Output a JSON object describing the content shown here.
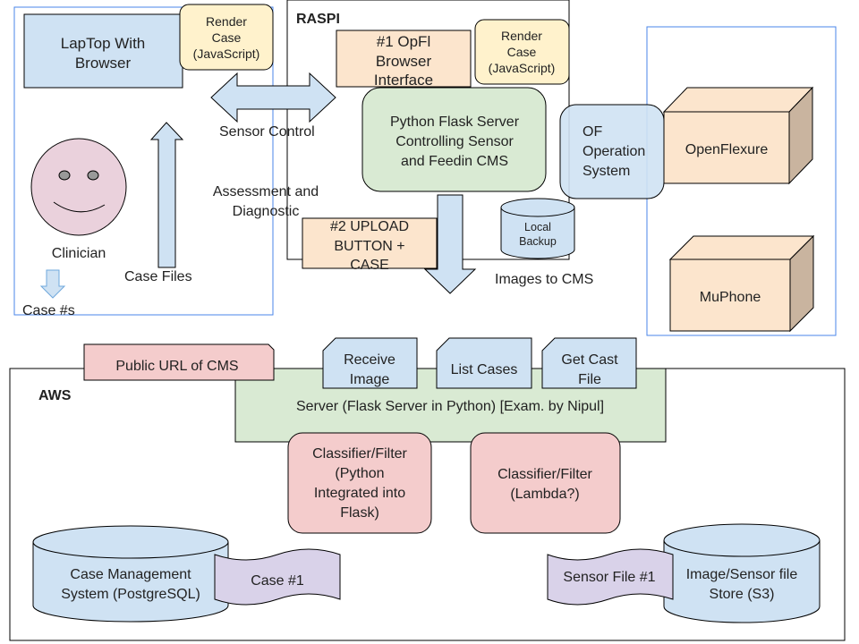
{
  "colors": {
    "blue_fill": "#cfe2f3",
    "orange_fill": "#fce5cd",
    "yellow_fill": "#fff2cc",
    "green_fill": "#d9ead3",
    "red_fill": "#f4cccc",
    "purple_fill": "#d9d2e9",
    "face_fill": "#ead1dc",
    "box_side": "#c9b49f",
    "container_blue": "#4a86e8",
    "stroke": "#000000"
  },
  "clinic": {
    "laptop": [
      "LapTop With",
      "Browser"
    ],
    "render_case": [
      "Render",
      "Case",
      "(JavaScript)"
    ],
    "clinician": "Clinician",
    "case_numbers": "Case #s",
    "case_files": "Case Files"
  },
  "arrows": {
    "sensor_control": "Sensor Control",
    "assessment": [
      "Assessment and",
      "Diagnostic"
    ],
    "images_to_cms": "Images to CMS"
  },
  "raspi": {
    "title": "RASPI",
    "opfl_interface": [
      "#1 OpFl",
      "Browser",
      "Interface"
    ],
    "render_case": [
      "Render",
      "Case",
      "(JavaScript)"
    ],
    "flask_server": [
      "Python Flask Server",
      "Controlling Sensor",
      "and Feedin CMS"
    ],
    "upload_button": [
      "#2 UPLOAD",
      "BUTTON +",
      "CASE"
    ],
    "local_backup": [
      "Local",
      "Backup"
    ]
  },
  "devices": {
    "of_os": [
      "OF",
      "Operation",
      "System"
    ],
    "openflexure": "OpenFlexure",
    "muphone": "MuPhone"
  },
  "aws": {
    "title": "AWS",
    "public_url": "Public URL of CMS",
    "endpoints": [
      [
        "Receive",
        "Image"
      ],
      [
        "List Cases"
      ],
      [
        "Get Cast",
        "File"
      ]
    ],
    "server": "Server (Flask Server in Python) [Exam. by Nipul]",
    "classifier_python": [
      "Classifier/Filter",
      "(Python",
      "Integrated into",
      "Flask)"
    ],
    "classifier_lambda": [
      "Classifier/Filter",
      "(Lambda?)"
    ],
    "cms_db": [
      "Case Management",
      "System (PostgreSQL)"
    ],
    "case_doc": "Case #1",
    "sensor_doc": "Sensor File #1",
    "s3_store": [
      "Image/Sensor file",
      "Store (S3)"
    ]
  }
}
